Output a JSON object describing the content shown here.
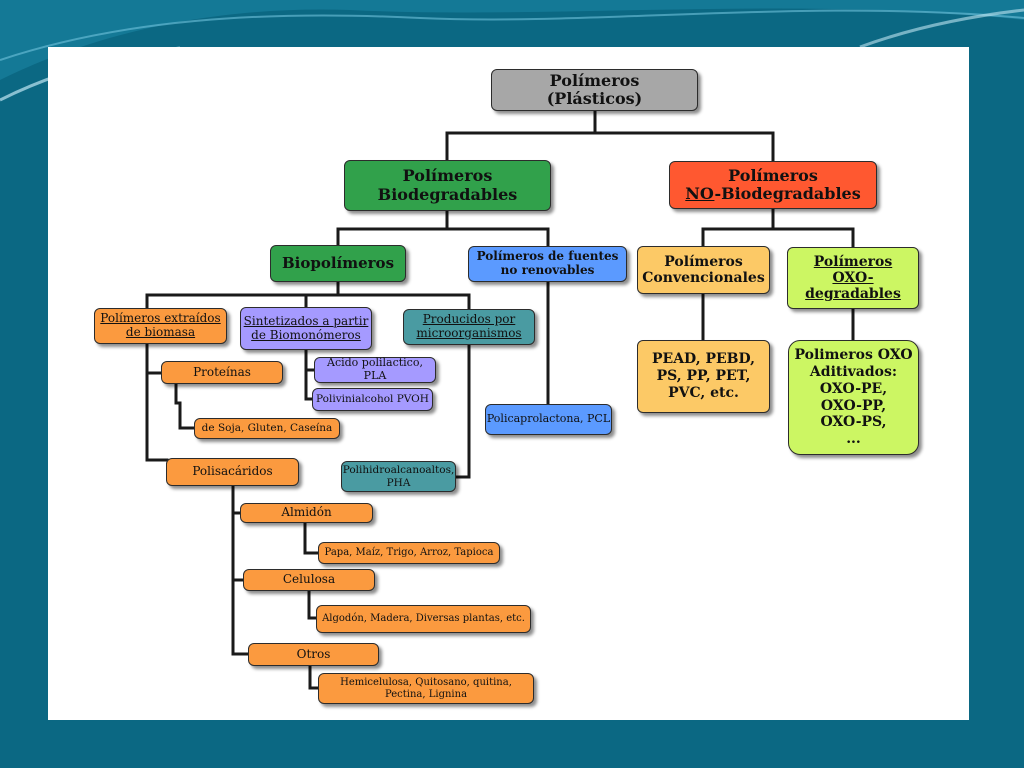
{
  "colors": {
    "background": "#0b6883",
    "root": "#a7a7a7",
    "biodegradable": "#31a14b",
    "non_biodegradable": "#ff5830",
    "conventional": "#fcc966",
    "oxo": "#ccf663",
    "blue": "#5b9aff",
    "violet": "#a59aff",
    "teal": "#4a9ba2",
    "orange": "#fb9a3f"
  },
  "root": {
    "line1": "Polímeros",
    "line2": "(Plásticos)"
  },
  "biodegradables": {
    "line1": "Polímeros",
    "line2": "Biodegradables"
  },
  "no_biodegradables": {
    "line1": "Polímeros",
    "line2_underlined": "NO",
    "line2_rest": "-Biodegradables"
  },
  "biopolimeros": {
    "label": "Biopolímeros"
  },
  "fuentes_no_renovables": {
    "line1": "Polímeros de fuentes",
    "line2": "no renovables"
  },
  "convencionales": {
    "line1": "Polímeros",
    "line2": "Convencionales"
  },
  "oxo_degradables": {
    "line1": "Polímeros",
    "line2": "OXO-",
    "line3": "degradables"
  },
  "extraidos_biomasa": {
    "line1": "Polímeros extraídos",
    "line2": "de biomasa"
  },
  "sintetizados": {
    "line1": "Sintetizados a partir",
    "line2": "de Biomonómeros"
  },
  "producidos": {
    "line1": "Producidos por",
    "line2": "microorganismos"
  },
  "pla": {
    "label": "Acido polilactico, PLA"
  },
  "pvoh": {
    "label": "Polivinialcohol PVOH"
  },
  "pcl": {
    "label": "Policaprolactona, PCL"
  },
  "pha": {
    "line1": "Polihidroalcanoaltos,",
    "line2": "PHA"
  },
  "convencionales_examples": {
    "line1": "PEAD, PEBD,",
    "line2": "PS, PP, PET,",
    "line3": "PVC, etc."
  },
  "oxo_examples": {
    "line1": "Polimeros OXO",
    "line2": "Aditivados:",
    "line3": "OXO-PE,",
    "line4": "OXO-PP,",
    "line5": "OXO-PS,",
    "line6": "..."
  },
  "proteinas": {
    "label": "Proteínas"
  },
  "proteinas_examples": {
    "label": "de Soja, Gluten, Caseína"
  },
  "polisacaridos": {
    "label": "Polisacáridos"
  },
  "almidon": {
    "label": "Almidón"
  },
  "almidon_examples": {
    "label": "Papa, Maíz, Trigo, Arroz, Tapioca"
  },
  "celulosa": {
    "label": "Celulosa"
  },
  "celulosa_examples": {
    "label": "Algodón, Madera, Diversas plantas, etc."
  },
  "otros": {
    "label": "Otros"
  },
  "otros_examples": {
    "line1": "Hemicelulosa, Quitosano, quitina,",
    "line2": "Pectina, Lignina"
  }
}
